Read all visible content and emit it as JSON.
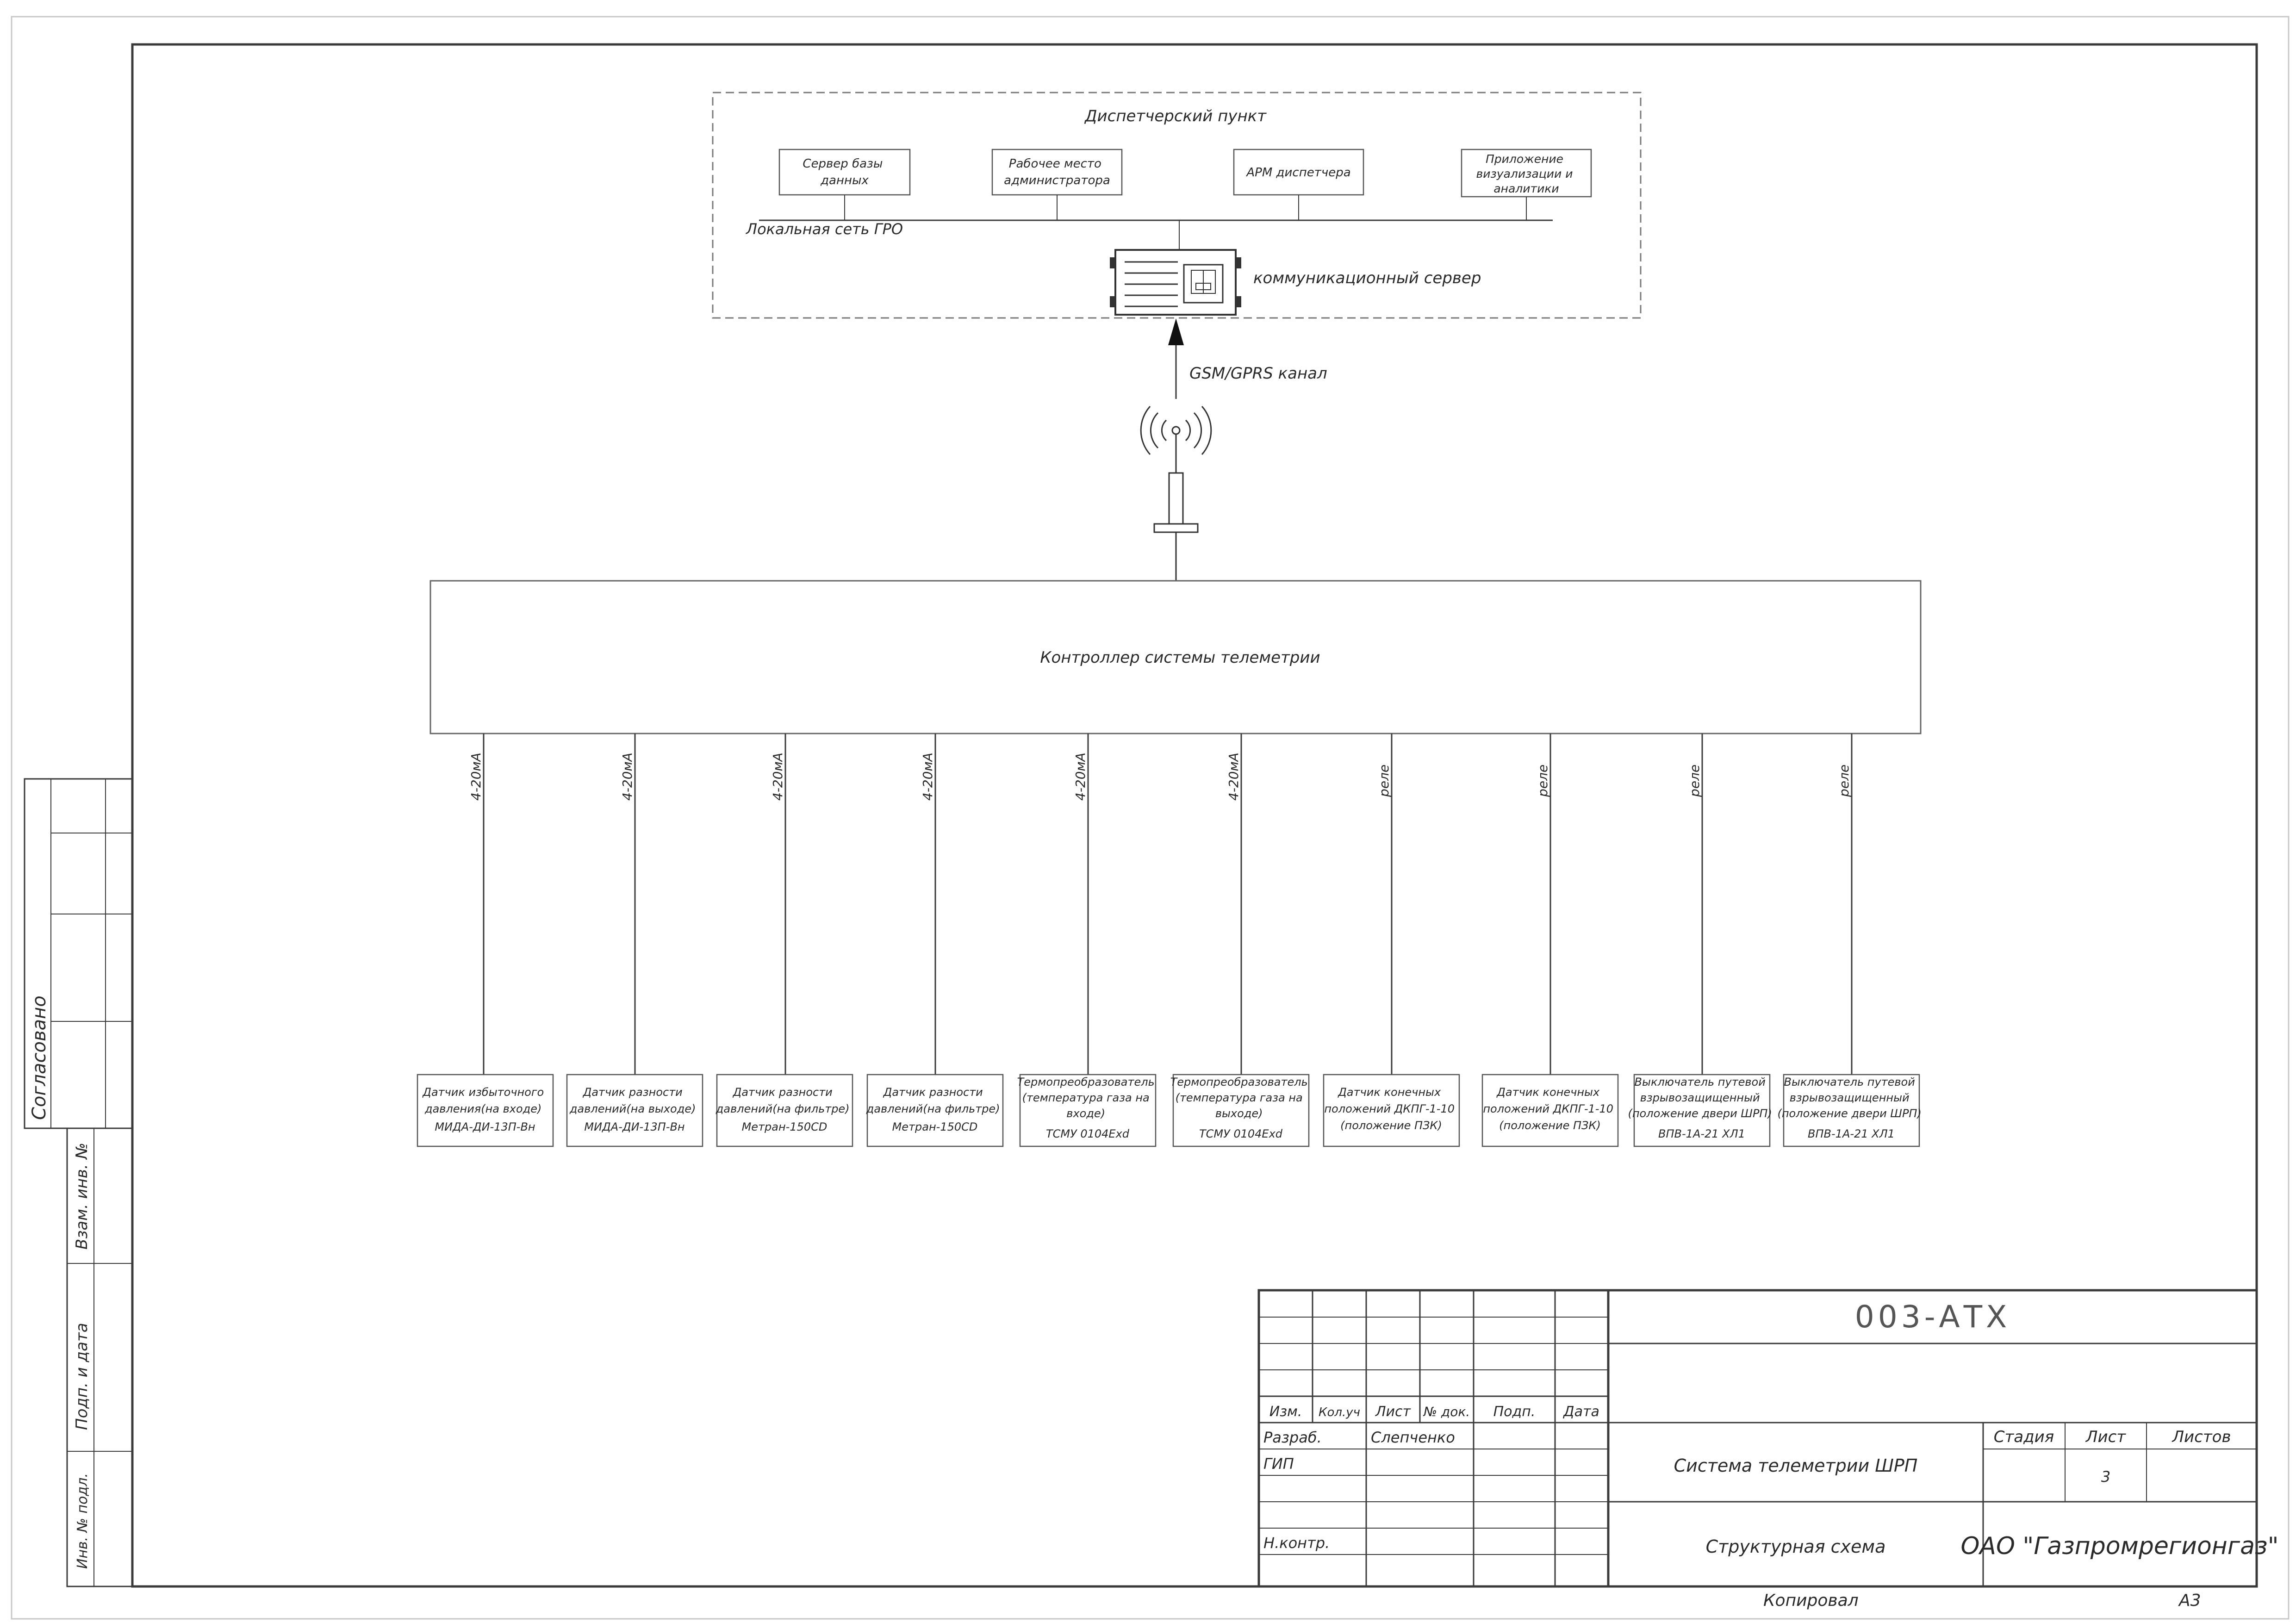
{
  "dispatch": {
    "title": "Диспетчерский пункт",
    "lan_label": "Локальная сеть ГРО",
    "comm_server_label": "коммуникационный сервер",
    "nodes": [
      {
        "lines": [
          "Сервер базы",
          "данных"
        ]
      },
      {
        "lines": [
          "Рабочее место",
          "администратора"
        ]
      },
      {
        "lines": [
          "АРМ диспетчера"
        ]
      },
      {
        "lines": [
          "Приложение",
          "визуализации и",
          "аналитики"
        ]
      }
    ]
  },
  "channel_label": "GSM/GPRS канал",
  "controller_label": "Контроллер системы телеметрии",
  "sensors": [
    {
      "signal": "4-20мА",
      "lines": [
        "Датчик избыточного",
        "давления(на входе)",
        "МИДА-ДИ-13П-Вн"
      ]
    },
    {
      "signal": "4-20мА",
      "lines": [
        "Датчик разности",
        "давлений(на выходе)",
        "МИДА-ДИ-13П-Вн"
      ]
    },
    {
      "signal": "4-20мА",
      "lines": [
        "Датчик разности",
        "давлений(на фильтре)",
        "Метран-150CD"
      ]
    },
    {
      "signal": "4-20мА",
      "lines": [
        "Датчик разности",
        "давлений(на фильтре)",
        "Метран-150CD"
      ]
    },
    {
      "signal": "4-20мА",
      "lines": [
        "Термопреобразователь",
        "(температура газа на",
        "входе)",
        "ТСМУ 0104Exd"
      ]
    },
    {
      "signal": "4-20мА",
      "lines": [
        "Термопреобразователь",
        "(температура газа на",
        "выходе)",
        "ТСМУ 0104Exd"
      ]
    },
    {
      "signal": "реле",
      "lines": [
        "Датчик конечных",
        "положений ДКПГ-1-10",
        "(положение ПЗК)"
      ]
    },
    {
      "signal": "реле",
      "lines": [
        "Датчик конечных",
        "положений ДКПГ-1-10",
        "(положение ПЗК)"
      ]
    },
    {
      "signal": "реле",
      "lines": [
        "Выключатель путевой",
        "взрывозащищенный",
        "(положение двери ШРП)",
        "ВПВ-1А-21 ХЛ1"
      ]
    },
    {
      "signal": "реле",
      "lines": [
        "Выключатель путевой",
        "взрывозащищенный",
        "(положение двери ШРП)",
        "ВПВ-1А-21 ХЛ1"
      ]
    }
  ],
  "side_strip": {
    "agreed": "Согласовано",
    "vzam": "Взам. инв. №",
    "podp": "Подп. и дата",
    "inv": "Инв. № подл."
  },
  "title_block": {
    "doc_code": "003-АТХ",
    "headers": [
      "Изм.",
      "Кол.уч",
      "Лист",
      "№ док.",
      "Подп.",
      "Дата"
    ],
    "role_dev": "Разраб.",
    "dev_name": "Слепченко",
    "role_gip": "ГИП",
    "role_nkontr": "Н.контр.",
    "system_name": "Система телеметрии ШРП",
    "sheet_title": "Структурная схема",
    "stage_label": "Стадия",
    "sheet_label": "Лист",
    "sheets_label": "Листов",
    "sheet_number": "3",
    "organization": "ОАО \"Газпромрегионгаз\""
  },
  "footer": {
    "copied": "Копировал",
    "format": "А3"
  }
}
